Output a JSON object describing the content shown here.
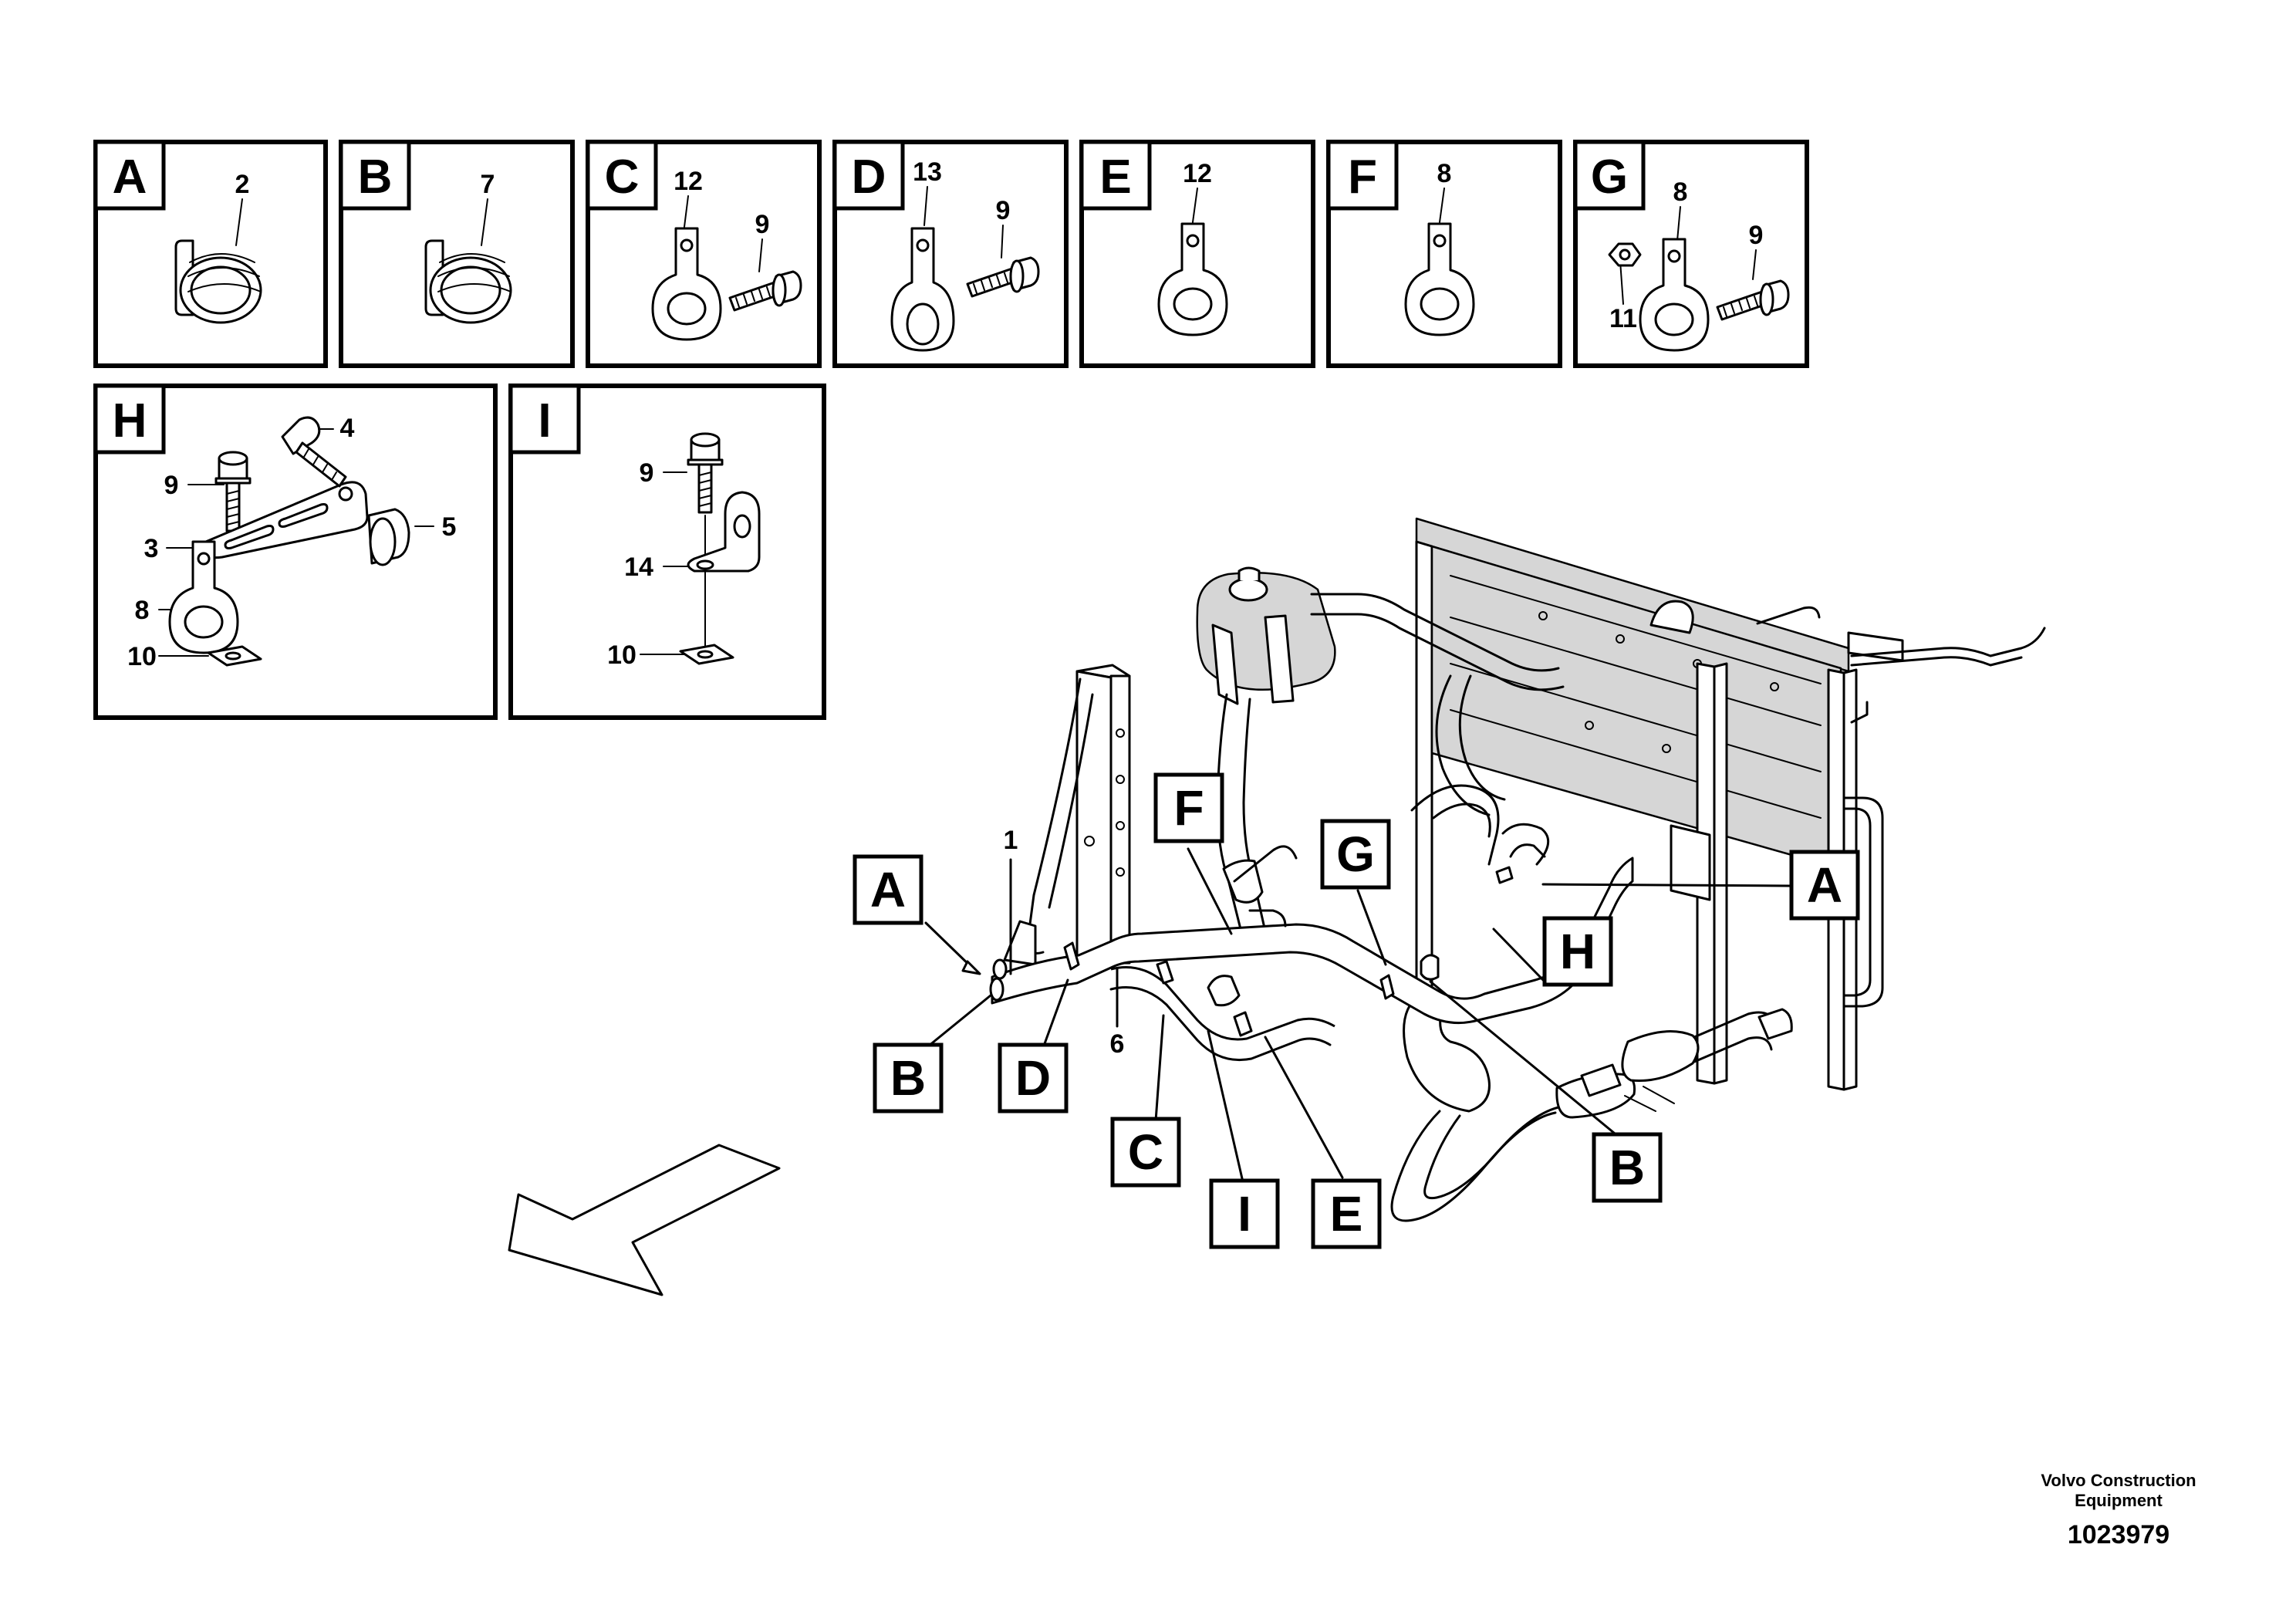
{
  "detail_panels": [
    {
      "letter": "A",
      "parts": [
        "2"
      ]
    },
    {
      "letter": "B",
      "parts": [
        "7"
      ]
    },
    {
      "letter": "C",
      "parts": [
        "12",
        "9"
      ]
    },
    {
      "letter": "D",
      "parts": [
        "13",
        "9"
      ]
    },
    {
      "letter": "E",
      "parts": [
        "12"
      ]
    },
    {
      "letter": "F",
      "parts": [
        "8"
      ]
    },
    {
      "letter": "G",
      "parts": [
        "8",
        "9",
        "11"
      ]
    },
    {
      "letter": "H",
      "parts": [
        "4",
        "9",
        "5",
        "3",
        "8",
        "10"
      ]
    },
    {
      "letter": "I",
      "parts": [
        "9",
        "14",
        "10"
      ]
    }
  ],
  "assembly": {
    "part_numbers": [
      "1",
      "6"
    ],
    "callouts": [
      "F",
      "G",
      "A",
      "A",
      "H",
      "B",
      "D",
      "C",
      "I",
      "E",
      "B"
    ]
  },
  "footer": {
    "company": "Volvo Construction Equipment",
    "drawing_number": "1023979"
  }
}
